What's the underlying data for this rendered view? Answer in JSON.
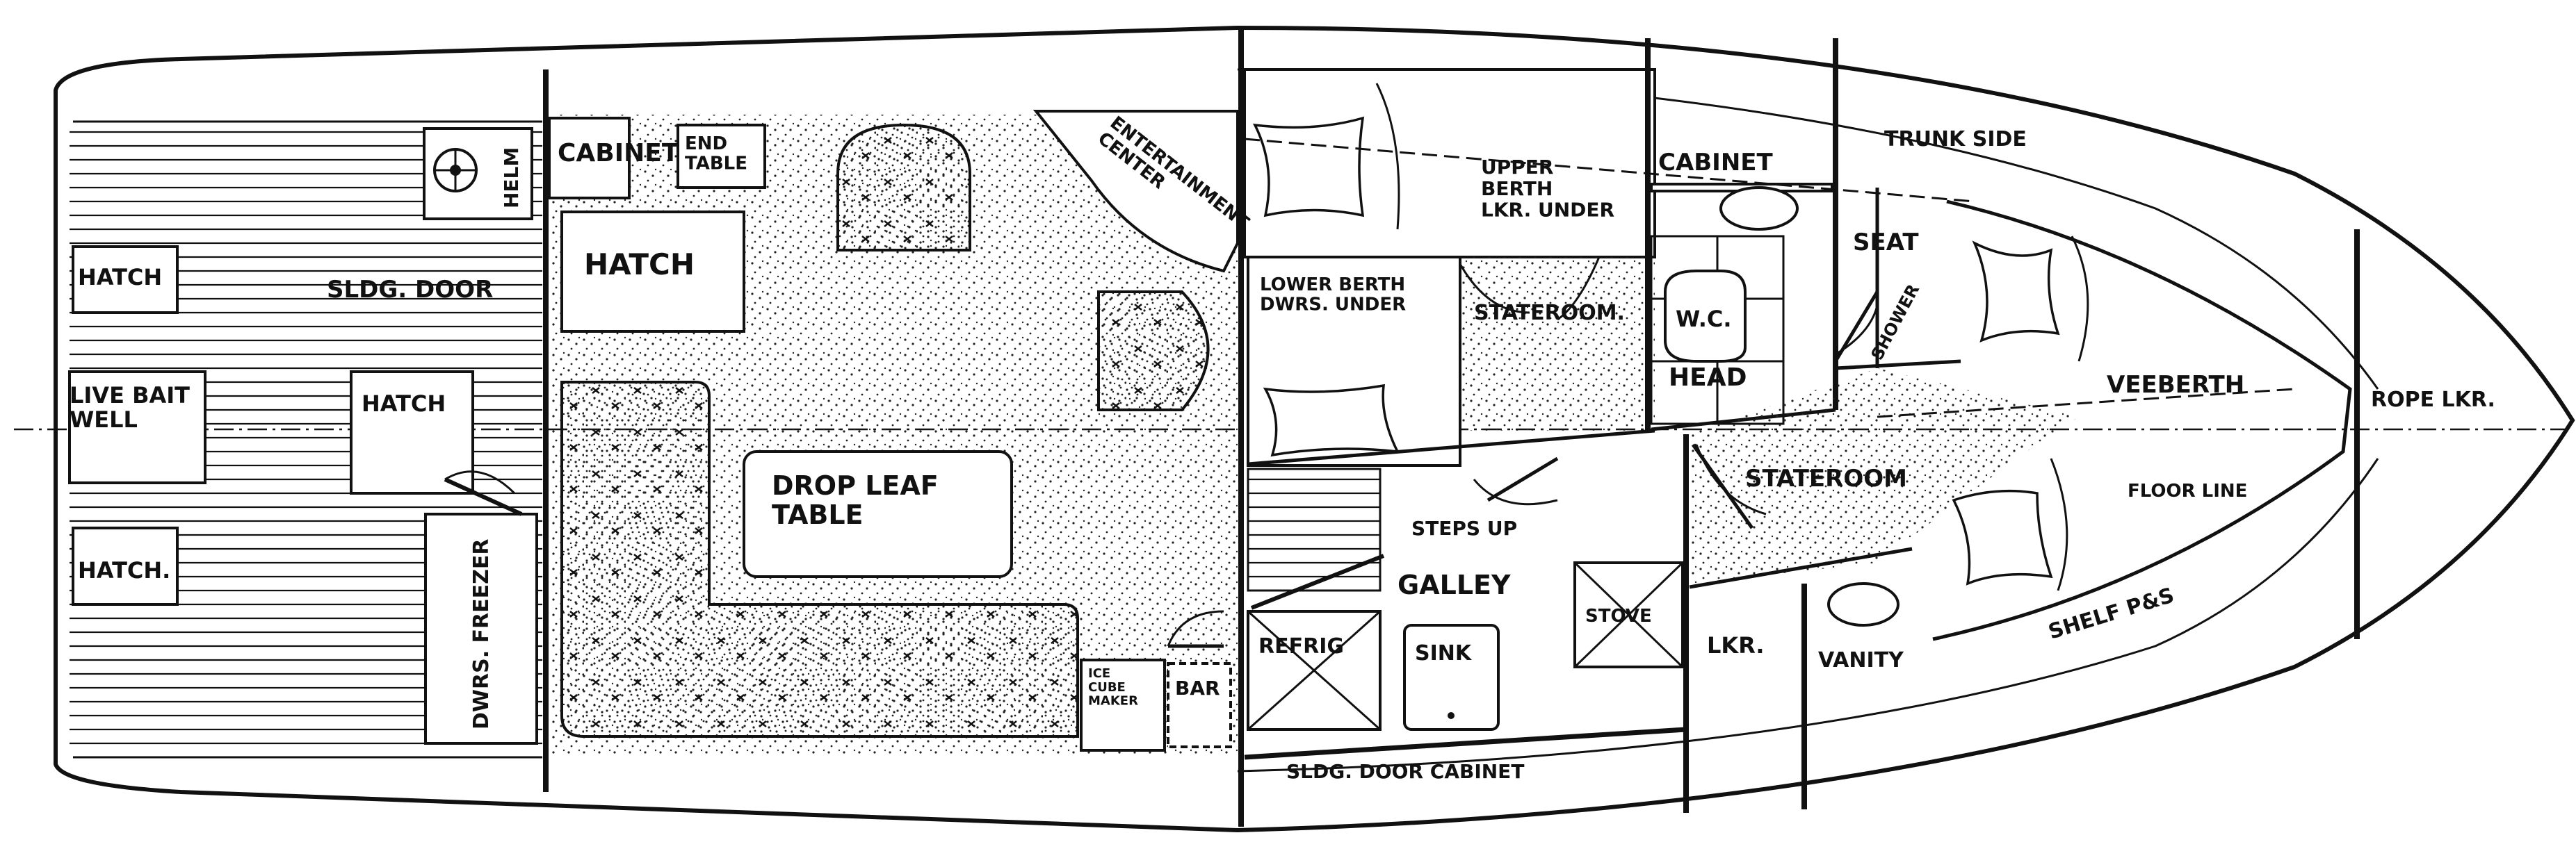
{
  "labels": {
    "cabinet_aft": "CABINET",
    "end_table": "END\nTABLE",
    "helm": "HELM",
    "hatch_salon": "HATCH",
    "hatch_cockpit_1": "HATCH",
    "sldg_door": "SLDG. DOOR",
    "live_bait_well": "LIVE BAIT\nWELL",
    "hatch_cockpit_2": "HATCH",
    "hatch_cockpit_3": "HATCH.",
    "dwrs_freezer": "DWRS. FREEZER",
    "drop_leaf_table": "DROP LEAF\nTABLE",
    "entertainment_center": "ENTERTAINMENT\nCENTER",
    "ice_cube_maker": "ICE\nCUBE\nMAKER",
    "bar": "BAR",
    "upper_berth": "UPPER\nBERTH\nLKR. UNDER",
    "lower_berth": "LOWER BERTH\nDWRS. UNDER",
    "stateroom_aft": "STATEROOM.",
    "steps_up": "STEPS UP",
    "galley": "GALLEY",
    "refrig": "REFRIG",
    "sink": "SINK",
    "stove": "STOVE",
    "sldg_door_cabinet": "SLDG. DOOR CABINET",
    "cabinet_fwd": "CABINET",
    "wc": "W.C.",
    "head": "HEAD",
    "trunk_side": "TRUNK SIDE",
    "seat": "SEAT",
    "shower": "SHOWER",
    "stateroom_fwd": "STATEROOM",
    "lkr": "LKR.",
    "vanity": "VANITY",
    "veeberth": "VEEBERTH",
    "floor_line": "FLOOR LINE",
    "shelf": "SHELF P&S",
    "rope_lkr": "ROPE LKR."
  }
}
